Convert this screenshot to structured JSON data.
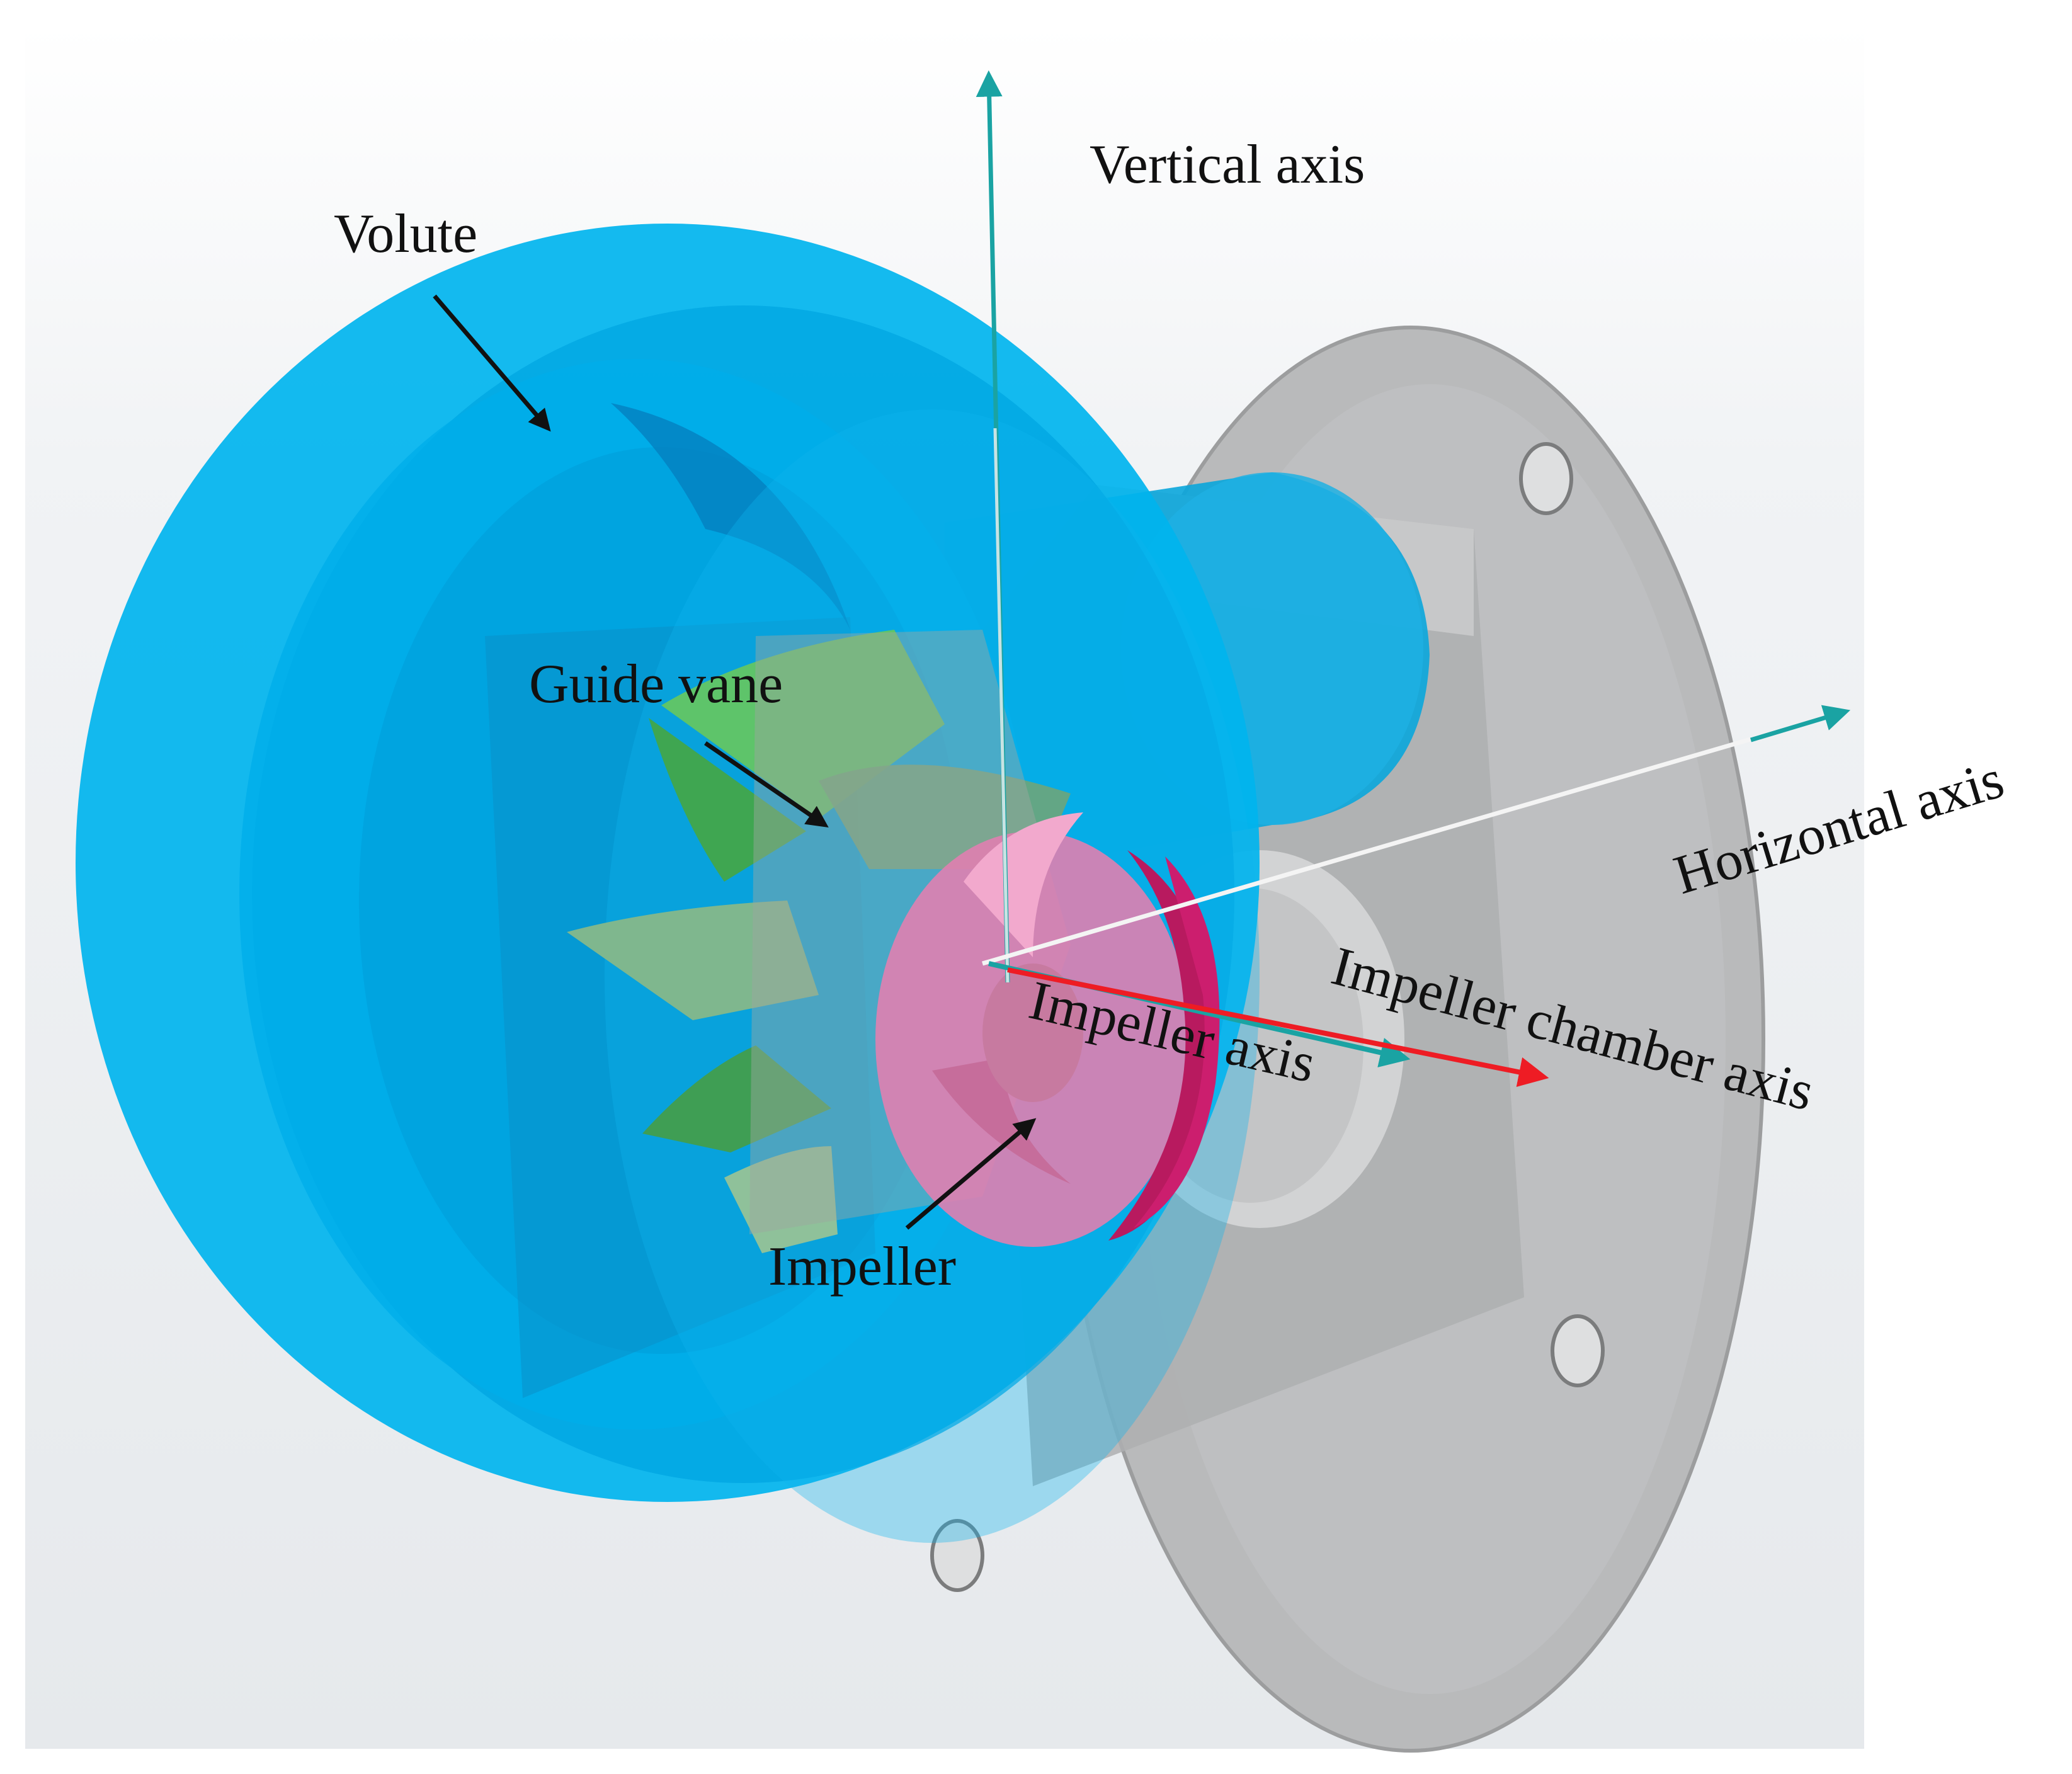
{
  "labels": {
    "vertical_axis": "Vertical axis",
    "volute": "Volute",
    "guide_vane": "Guide vane",
    "horizontal_axis": "Horizontal axis",
    "impeller_axis": "Impeller axis",
    "impeller_chamber_axis": "Impeller chamber axis",
    "impeller": "Impeller"
  },
  "colors": {
    "background": "#eef1f3",
    "volute": "#00b4ee",
    "volute_dark": "#0096d2",
    "flange": "#b9babb",
    "guide_vane": "#5ec46a",
    "impeller": "#e07fb0",
    "impeller_dark": "#b81a5f",
    "axis_teal": "#1aa3a3",
    "axis_red": "#ee1c24",
    "axis_white": "#f4f4f4",
    "pointer": "#111111"
  }
}
